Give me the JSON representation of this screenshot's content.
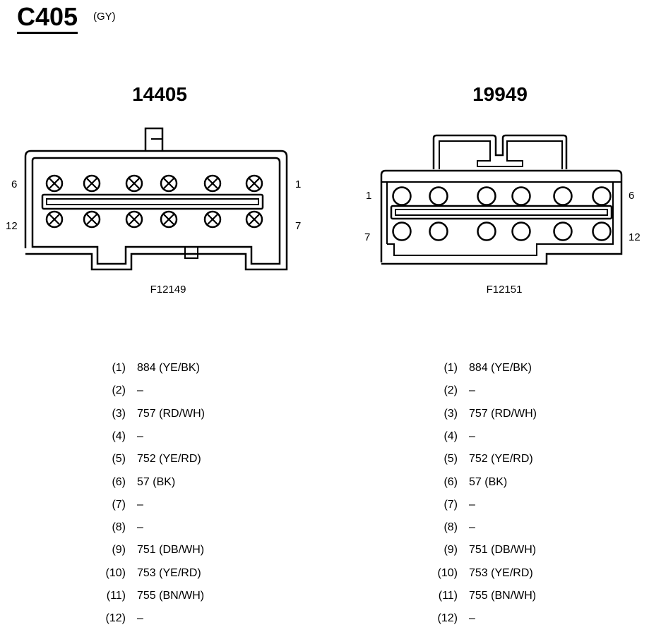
{
  "header": {
    "connector_id": "C405",
    "connector_color": "(GY)"
  },
  "connectors": [
    {
      "part_number": "14405",
      "figure_id": "F12149",
      "pin_labels": {
        "top_left": "6",
        "bottom_left": "12",
        "top_right": "1",
        "bottom_right": "7"
      }
    },
    {
      "part_number": "19949",
      "figure_id": "F12151",
      "pin_labels": {
        "top_left": "1",
        "bottom_left": "7",
        "top_right": "6",
        "bottom_right": "12"
      }
    }
  ],
  "pinouts": [
    [
      {
        "pin": "(1)",
        "wire": "884 (YE/BK)"
      },
      {
        "pin": "(2)",
        "wire": "–"
      },
      {
        "pin": "(3)",
        "wire": "757 (RD/WH)"
      },
      {
        "pin": "(4)",
        "wire": "–"
      },
      {
        "pin": "(5)",
        "wire": "752 (YE/RD)"
      },
      {
        "pin": "(6)",
        "wire": "57 (BK)"
      },
      {
        "pin": "(7)",
        "wire": "–"
      },
      {
        "pin": "(8)",
        "wire": "–"
      },
      {
        "pin": "(9)",
        "wire": "751 (DB/WH)"
      },
      {
        "pin": "(10)",
        "wire": "753 (YE/RD)"
      },
      {
        "pin": "(11)",
        "wire": "755 (BN/WH)"
      },
      {
        "pin": "(12)",
        "wire": "–"
      }
    ],
    [
      {
        "pin": "(1)",
        "wire": "884 (YE/BK)"
      },
      {
        "pin": "(2)",
        "wire": "–"
      },
      {
        "pin": "(3)",
        "wire": "757 (RD/WH)"
      },
      {
        "pin": "(4)",
        "wire": "–"
      },
      {
        "pin": "(5)",
        "wire": "752 (YE/RD)"
      },
      {
        "pin": "(6)",
        "wire": "57 (BK)"
      },
      {
        "pin": "(7)",
        "wire": "–"
      },
      {
        "pin": "(8)",
        "wire": "–"
      },
      {
        "pin": "(9)",
        "wire": "751 (DB/WH)"
      },
      {
        "pin": "(10)",
        "wire": "753 (YE/RD)"
      },
      {
        "pin": "(11)",
        "wire": "755 (BN/WH)"
      },
      {
        "pin": "(12)",
        "wire": "–"
      }
    ]
  ]
}
